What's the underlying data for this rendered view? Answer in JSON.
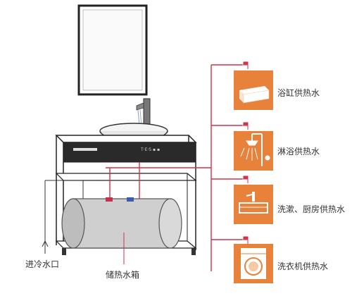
{
  "colors": {
    "accent": "#e8823a",
    "pipe_red": "#d2324a",
    "outline": "#222222",
    "tank": "#c9c9c9",
    "panel": "#2a2a2a"
  },
  "uses": [
    {
      "label": "浴缸供热水",
      "icon": "bathtub-icon"
    },
    {
      "label": "淋浴供热水",
      "icon": "shower-icon"
    },
    {
      "label": "洗漱、厨房供热水",
      "icon": "sink-icon"
    },
    {
      "label": "洗衣机供热水",
      "icon": "washing-machine-icon"
    }
  ],
  "cold_inlet_label": "进冷水口",
  "tank_label": "储热水箱"
}
